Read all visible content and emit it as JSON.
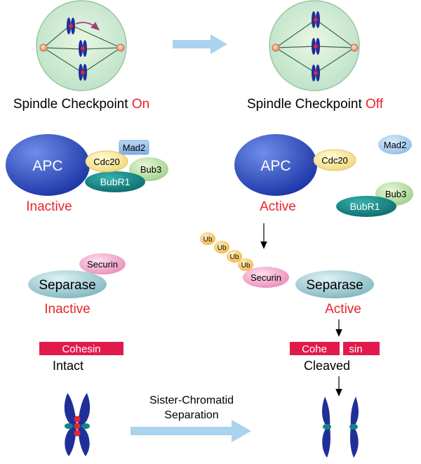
{
  "checkpoint_on": {
    "prefix": "Spindle Checkpoint ",
    "state": "On"
  },
  "checkpoint_off": {
    "prefix": "Spindle Checkpoint ",
    "state": "Off"
  },
  "apc_complex": {
    "apc": "APC",
    "cdc20": "Cdc20",
    "mad2": "Mad2",
    "bub3": "Bub3",
    "bubr1": "BubR1",
    "status_inactive": "Inactive",
    "status_active": "Active"
  },
  "separase_left": {
    "separase": "Separase",
    "securin": "Securin",
    "status": "Inactive"
  },
  "separase_right": {
    "separase": "Separase",
    "status": "Active"
  },
  "ubiquitin": {
    "tag": "Ub",
    "securin": "Securin"
  },
  "cohesin": {
    "intact_label": "Cohesin",
    "intact_status": "Intact",
    "cleaved_part1": "Cohe",
    "cleaved_part2": "sin",
    "cleaved_status": "Cleaved"
  },
  "separation": {
    "line1": "Sister-Chromatid",
    "line2": "Separation"
  },
  "colors": {
    "status_red": "#e8232a",
    "apc_blue": "#2b4fc4",
    "bubr1_teal": "#0f8585",
    "cohesin_red": "#e21a4c",
    "arrow_blue": "#a9d3ee",
    "chromosome_blue": "#1f2f9a"
  }
}
